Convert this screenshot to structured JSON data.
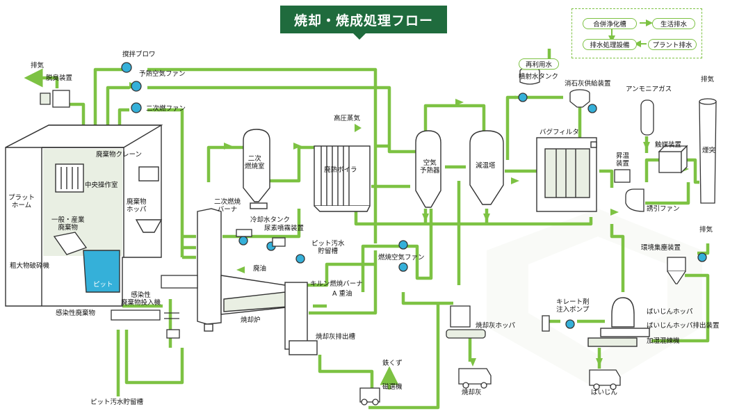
{
  "title": "焼却・焼成処理フロー",
  "colors": {
    "accent": "#7dc243",
    "dark": "#1f6b3d",
    "equip": "#ffffff",
    "outline": "#333333",
    "pit": "#35b0d9",
    "shadow": "#e6eee0"
  },
  "legend": {
    "gappei": "合併浄化槽",
    "seikatsu": "生活排水",
    "haisui_setsubi": "排水処理設備",
    "plant": "プラント排水",
    "reuse": "再利用水"
  },
  "labels": {
    "haiki1": "排気",
    "dasshu": "脱臭装置",
    "kakuhan": "撹拌ブロワ",
    "yonetsu": "予熱空気ファン",
    "niji_fan": "二次燃ファン",
    "platform": "プラット\nホーム",
    "crane": "廃棄物クレーン",
    "chuou": "中央操作室",
    "hopper": "廃棄物\nホッパ",
    "ippan": "一般・産業\n廃棄物",
    "sodai": "粗大物破砕機",
    "pit": "ピット",
    "kansen_toun": "感染性\n廃棄物投入機",
    "kansen": "感染性廃棄物",
    "pit_tank": "ピット汚水貯留槽",
    "niji_room": "二次\n燃焼室",
    "niji_burner": "二次燃焼\nバーナ",
    "reikyaku": "冷却水タンク",
    "nyouso": "尿素噴霧装置",
    "pit_osui": "ピット汚水\n貯留槽",
    "haiyu": "廃油",
    "kiln_burner": "キルン燃焼バーナ",
    "a_juyu": "A 重油",
    "kiln": "焼却炉",
    "shokyakubai_out": "焼却灰排出槽",
    "kouatsu": "高圧蒸気",
    "boiler": "廃熱ボイラ",
    "kuki_yonetsu": "空気\n予熱器",
    "gen_on": "減温塔",
    "funsha": "噴射水タンク",
    "shoseki": "消石灰供給装置",
    "ammonia": "アンモニアガス",
    "haiki2": "排気",
    "bag": "バグフィルタ",
    "shoon": "昇温\n装置",
    "shokubai": "触媒装置",
    "entotsu": "煙突",
    "yuin": "誘引ファン",
    "nensho_fan": "燃焼空気ファン",
    "kankyo": "環境集塵装置",
    "haiki3": "排気",
    "chelate": "キレート剤\n注入ポンプ",
    "baijin_hopper": "ばいじんホッパ",
    "baijin_out": "ばいじんホッパ排出装置",
    "kashitsu": "加湿混練機",
    "baijin": "ばいじん",
    "shokyaku_hopper": "焼却灰ホッパ",
    "shokyakubai": "焼却灰",
    "tetsu": "鉄くず",
    "jisen": "磁選機"
  }
}
